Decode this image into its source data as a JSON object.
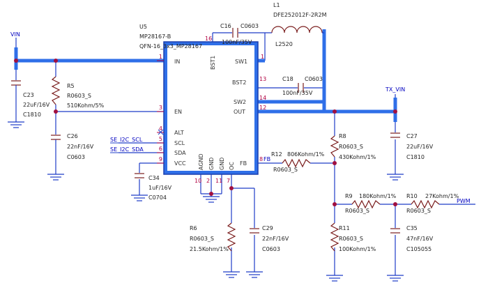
{
  "ic": {
    "ref": "U5",
    "part": "MP28167-B",
    "package": "QFN-16_3x3_MP28167",
    "pins_left": [
      {
        "num": "1",
        "name": "IN"
      },
      {
        "num": "3",
        "name": "EN"
      },
      {
        "num": "4",
        "name": "ALT"
      },
      {
        "num": "5",
        "name": "SCL"
      },
      {
        "num": "6",
        "name": "SDA"
      },
      {
        "num": "9",
        "name": "VCC"
      }
    ],
    "pins_right": [
      {
        "num": "1",
        "name": "SW1"
      },
      {
        "num": "13",
        "name": "BST2"
      },
      {
        "num": "14",
        "name": "SW2"
      },
      {
        "num": "12",
        "name": "OUT"
      },
      {
        "num": "8",
        "name": "FB"
      }
    ],
    "pins_top": [
      {
        "num": "16",
        "name": "BST1"
      }
    ],
    "pins_bottom": [
      {
        "num": "10",
        "name": "AGND"
      },
      {
        "num": "2",
        "name": "GND"
      },
      {
        "num": "11",
        "name": "GND"
      },
      {
        "num": "7",
        "name": "OC"
      }
    ]
  },
  "nets": {
    "vin": "VIN",
    "tx_vin": "TX_VIN",
    "scl": "SE_I2C_SCL",
    "sda": "SE_I2C_SDA",
    "pwm": "PWM",
    "fb": "FB"
  },
  "components": {
    "L1": {
      "ref": "L1",
      "value": "DFE252012F-2R2M",
      "pkg": "L2520"
    },
    "C16": {
      "ref": "C16",
      "pkg": "C0603",
      "value": "100nF/35V"
    },
    "C18": {
      "ref": "C18",
      "pkg": "C0603",
      "value": "100nF/35V"
    },
    "C23": {
      "ref": "C23",
      "value": "22uF/16V",
      "pkg": "C1810"
    },
    "R5": {
      "ref": "R5",
      "pkg": "R0603_S",
      "value": "510Kohm/5%"
    },
    "C26": {
      "ref": "C26",
      "value": "22nF/16V",
      "pkg": "C0603"
    },
    "C34": {
      "ref": "C34",
      "value": "1uF/16V",
      "pkg": "C0704"
    },
    "R6": {
      "ref": "R6",
      "pkg": "R0603_S",
      "value": "21.5Kohm/1%"
    },
    "C29": {
      "ref": "C29",
      "value": "22nF/16V",
      "pkg": "C0603"
    },
    "R12": {
      "ref": "R12",
      "value": "806Kohm/1%",
      "pkg": "R0603_S"
    },
    "R8": {
      "ref": "R8",
      "pkg": "R0603_S",
      "value": "430Kohm/1%"
    },
    "C27": {
      "ref": "C27",
      "value": "22uF/16V",
      "pkg": "C1810"
    },
    "R9": {
      "ref": "R9",
      "value": "180Kohm/1%",
      "pkg": "R0603_S"
    },
    "R10": {
      "ref": "R10",
      "value": "27Kohm/1%",
      "pkg": "R0603_S"
    },
    "R11": {
      "ref": "R11",
      "pkg": "R0603_S",
      "value": "100Kohm/1%"
    },
    "C35": {
      "ref": "C35",
      "value": "47nF/16V",
      "pkg": "C105055"
    }
  },
  "colors": {
    "wire": "#1e3cc8",
    "bus": "#2f6fe8",
    "body": "#2f6fe8",
    "component": "#7a1d1d",
    "pin": "#b00040"
  }
}
